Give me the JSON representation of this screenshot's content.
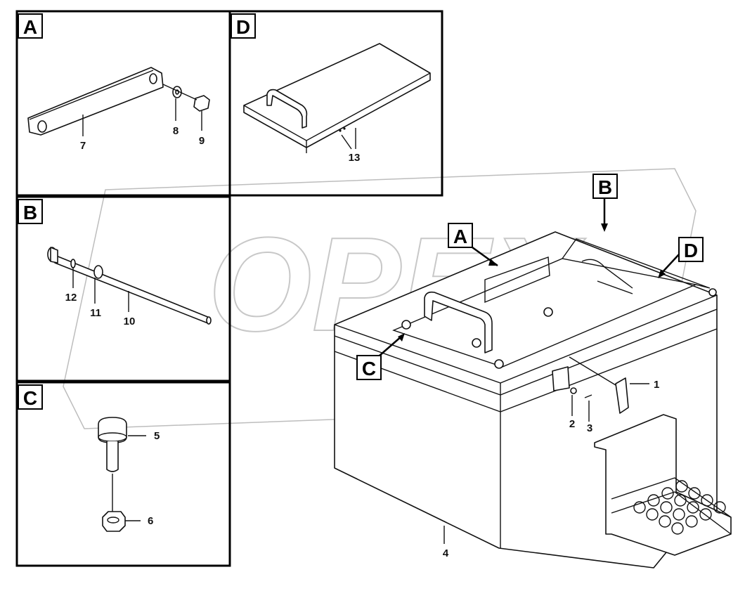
{
  "watermark": "OPEX",
  "views": {
    "A": {
      "letter": "A",
      "parts": [
        "7",
        "8",
        "9"
      ]
    },
    "B": {
      "letter": "B",
      "parts": [
        "10",
        "11",
        "12"
      ]
    },
    "C": {
      "letter": "C",
      "parts": [
        "5",
        "6"
      ]
    },
    "D": {
      "letter": "D",
      "parts": [
        "13"
      ]
    }
  },
  "main_callouts": {
    "A": "A",
    "B": "B",
    "C": "C",
    "D": "D"
  },
  "main_parts": [
    "1",
    "2",
    "3",
    "4"
  ]
}
